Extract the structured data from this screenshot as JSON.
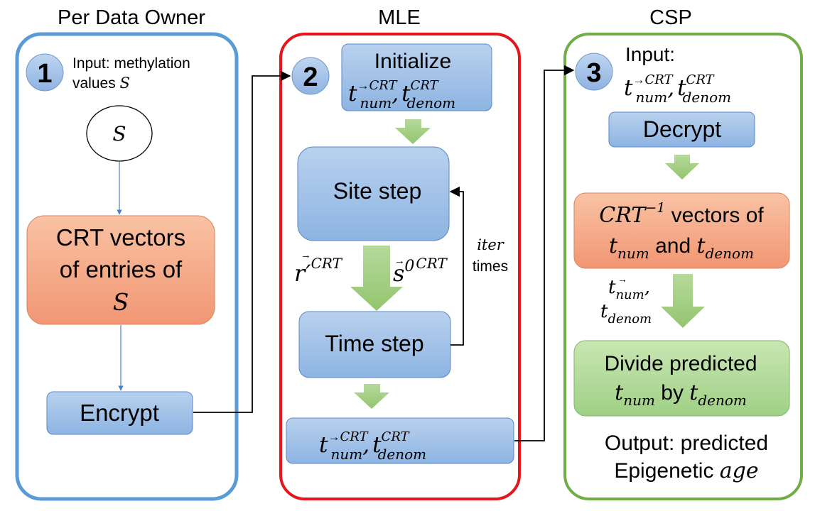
{
  "columns": {
    "owner": {
      "title": "Per Data Owner",
      "number": "1",
      "color": "#5b9bd5"
    },
    "mle": {
      "title": "MLE",
      "number": "2",
      "color": "#e8141b"
    },
    "csp": {
      "title": "CSP",
      "number": "3",
      "color": "#70ad47"
    }
  },
  "owner": {
    "input_text": "Input: methylation",
    "input_text_2": "values",
    "input_var": "S",
    "circle_var": "S",
    "crt_line1": "CRT vectors",
    "crt_line2": "of entries of",
    "crt_var": "S",
    "encrypt_label": "Encrypt"
  },
  "mle": {
    "initialize_label": "Initialize",
    "init_t": "t",
    "arrow": "→",
    "sup_crt": "CRT",
    "sub_num": "num",
    "comma": ",",
    "sub_denom": "denom",
    "site_step_label": "Site step",
    "time_step_label": "Time step",
    "r_label": "r",
    "r_prime": "′",
    "s_label": "s",
    "s_zero": "0",
    "iter_var": "iter",
    "iter_times": "times"
  },
  "csp": {
    "input_label": "Input:",
    "decrypt_label": "Decrypt",
    "inv_crt": "CRT",
    "inv_exp": "−1",
    "inv_vectors_of": " vectors of",
    "t": "t",
    "and": " and ",
    "side_num_comma": ",",
    "divide_line1": "Divide predicted",
    "divide_by": " by ",
    "output_line1": "Output: predicted",
    "output_line2": "Epigenetic ",
    "output_var": "age"
  },
  "colors": {
    "blue_box_top": "#b9d1ee",
    "blue_box_bottom": "#8db4e2",
    "blue_box_border": "#5b87c5",
    "orange_top": "#f9c3a4",
    "orange_bottom": "#f19673",
    "orange_border": "#d9805f",
    "green_top": "#c9e6b3",
    "green_bottom": "#9fd085",
    "green_border": "#7db561",
    "block_arrow": "#a4cf83",
    "badge_top": "#b7d0ef",
    "badge_bottom": "#8fb3e0"
  }
}
